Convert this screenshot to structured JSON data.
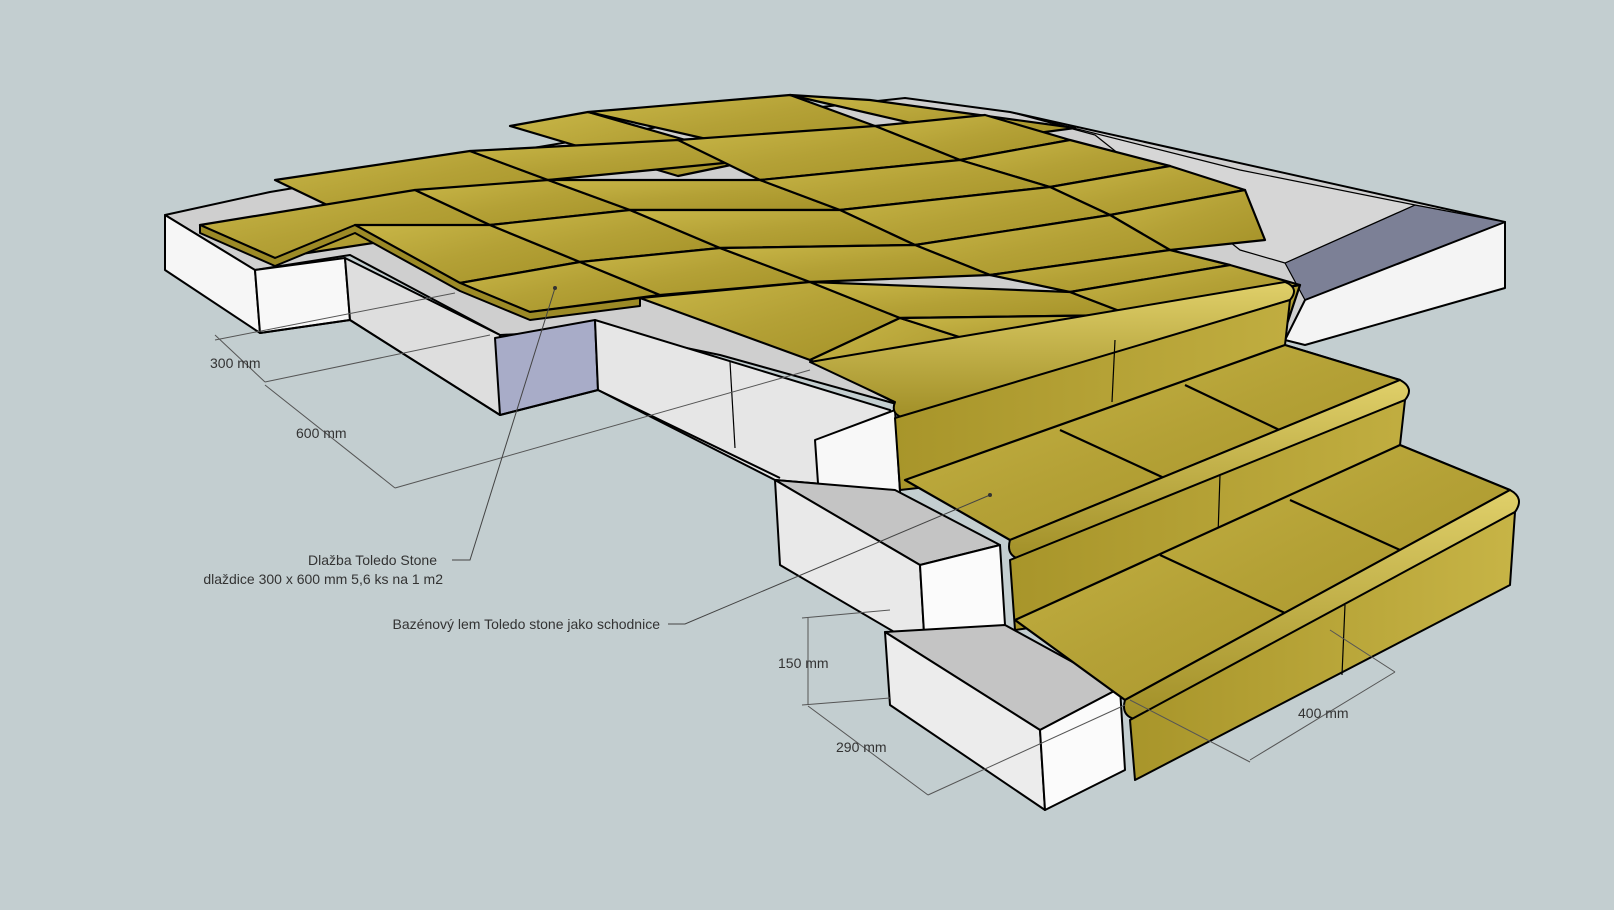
{
  "colors": {
    "background": "#c3ced0",
    "tile": "#b8a53a",
    "tile_dark": "#9c8a26",
    "tile_light": "#d3c35a",
    "insulation_white": "#f5f5f5",
    "insulation_grey": "#c8c8c8",
    "insulation_shade": "#dcdcdc",
    "blue_panel": "#a8acc8",
    "slate_strip": "#7c8096",
    "text": "#333333"
  },
  "dimensions": {
    "d300": "300 mm",
    "d600": "600 mm",
    "d150": "150 mm",
    "d290": "290 mm",
    "d400": "400 mm"
  },
  "callouts": {
    "paving_title": "Dlažba Toledo Stone",
    "paving_detail": "dlaždice 300 x 600 mm 5,6 ks na 1 m2",
    "coping": "Bazénový lem Toledo stone jako schodnice"
  }
}
